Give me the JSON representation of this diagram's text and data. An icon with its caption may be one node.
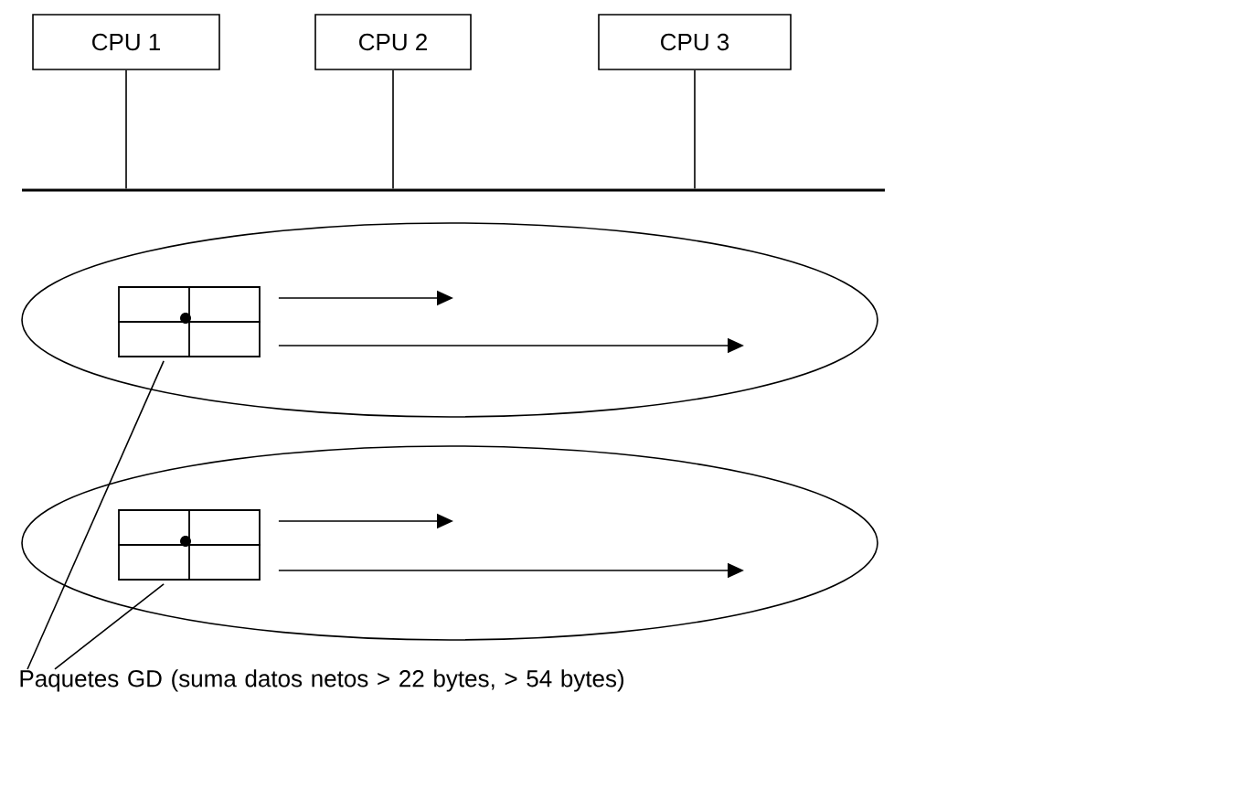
{
  "diagram": {
    "nodes": [
      {
        "text": [
          "CPU 1"
        ]
      },
      {
        "text": [
          "CPU 2"
        ]
      },
      {
        "text": [
          "CPU 3"
        ]
      },
      {
        "text": [],
        "shape": "bar"
      },
      {
        "text": [],
        "shape": "ellipse"
      },
      {
        "text": [],
        "shape": "box",
        "in": 4
      },
      {
        "text": [],
        "shape": "ellipse"
      },
      {
        "text": [],
        "shape": "box",
        "in": 6
      },
      {
        "text": [
          "Paquetes GD (suma datos netos > 22 bytes, > 54 bytes)"
        ]
      }
    ],
    "edges": [
      {
        "from": 0,
        "to": 3,
        "arrow": "none"
      },
      {
        "from": 1,
        "to": 3,
        "arrow": "none"
      },
      {
        "from": 2,
        "to": 3,
        "arrow": "none"
      },
      {
        "from": 5,
        "to": null,
        "arrow": "to"
      },
      {
        "from": 5,
        "to": null,
        "arrow": "to"
      },
      {
        "from": 7,
        "to": null,
        "arrow": "to"
      },
      {
        "from": 7,
        "to": null,
        "arrow": "to"
      },
      {
        "from": 8,
        "to": 5,
        "arrow": "none"
      },
      {
        "from": 8,
        "to": 7,
        "arrow": "none"
      }
    ]
  }
}
